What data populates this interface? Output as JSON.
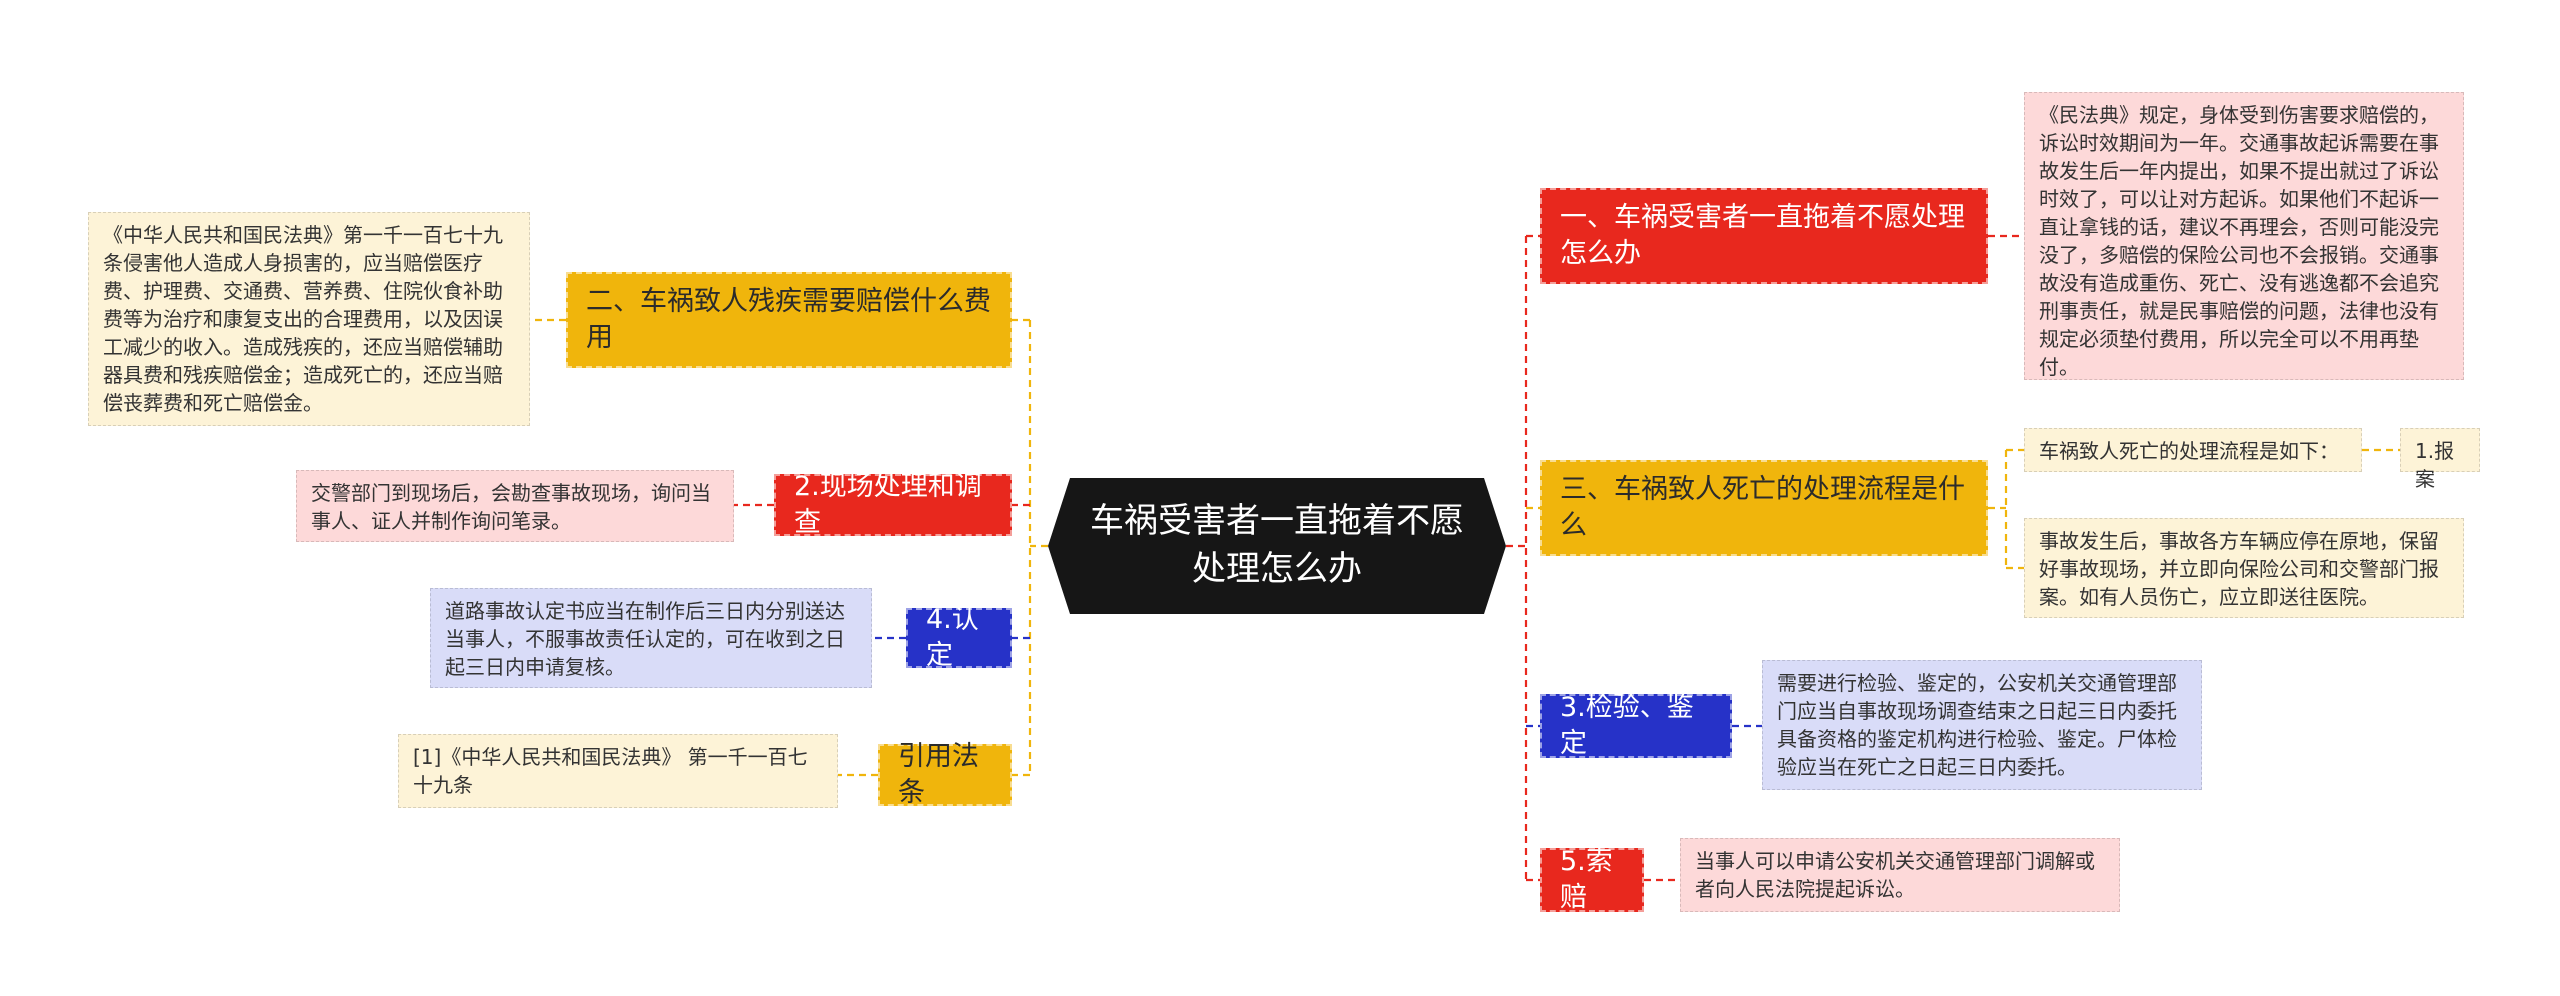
{
  "central": "车祸受害者一直拖着不愿处理怎么办",
  "colors": {
    "red": "#e8281e",
    "yellow": "#f0b50c",
    "blue": "#2632c8",
    "central": "#161616",
    "note_pink": "#fdd9d9",
    "note_yellow": "#fdf3d7",
    "note_blue": "#d9dcf8"
  },
  "left": {
    "b1": {
      "title": "二、车祸致人残疾需要赔偿什么费用",
      "note": "《中华人民共和国民法典》第一千一百七十九条侵害他人造成人身损害的，应当赔偿医疗费、护理费、交通费、营养费、住院伙食补助费等为治疗和康复支出的合理费用，以及因误工减少的收入。造成残疾的，还应当赔偿辅助器具费和残疾赔偿金；造成死亡的，还应当赔偿丧葬费和死亡赔偿金。"
    },
    "b2": {
      "title": "2.现场处理和调查",
      "note": "交警部门到现场后，会勘查事故现场，询问当事人、证人并制作询问笔录。"
    },
    "b3": {
      "title": "4.认定",
      "note": "道路事故认定书应当在制作后三日内分别送达当事人，不服事故责任认定的，可在收到之日起三日内申请复核。"
    },
    "b4": {
      "title": "引用法条",
      "note": "[1]《中华人民共和国民法典》 第一千一百七十九条"
    }
  },
  "right": {
    "b1": {
      "title": "一、车祸受害者一直拖着不愿处理怎么办",
      "note": "《民法典》规定，身体受到伤害要求赔偿的，诉讼时效期间为一年。交通事故起诉需要在事故发生后一年内提出，如果不提出就过了诉讼时效了，可以让对方起诉。如果他们不起诉一直让拿钱的话，建议不再理会，否则可能没完没了，多赔偿的保险公司也不会报销。交通事故没有造成重伤、死亡、没有逃逸都不会追究刑事责任，就是民事赔偿的问题，法律也没有规定必须垫付费用，所以完全可以不用再垫付。"
    },
    "b2": {
      "title": "三、车祸致人死亡的处理流程是什么",
      "sub1": "车祸致人死亡的处理流程是如下：",
      "sub1_child": "1.报案",
      "sub2": "事故发生后，事故各方车辆应停在原地，保留好事故现场，并立即向保险公司和交警部门报案。如有人员伤亡，应立即送往医院。"
    },
    "b3": {
      "title": "3.检验、鉴定",
      "note": "需要进行检验、鉴定的，公安机关交通管理部门应当自事故现场调查结束之日起三日内委托具备资格的鉴定机构进行检验、鉴定。尸体检验应当在死亡之日起三日内委托。"
    },
    "b4": {
      "title": "5.索赔",
      "note": "当事人可以申请公安机关交通管理部门调解或者向人民法院提起诉讼。"
    }
  }
}
